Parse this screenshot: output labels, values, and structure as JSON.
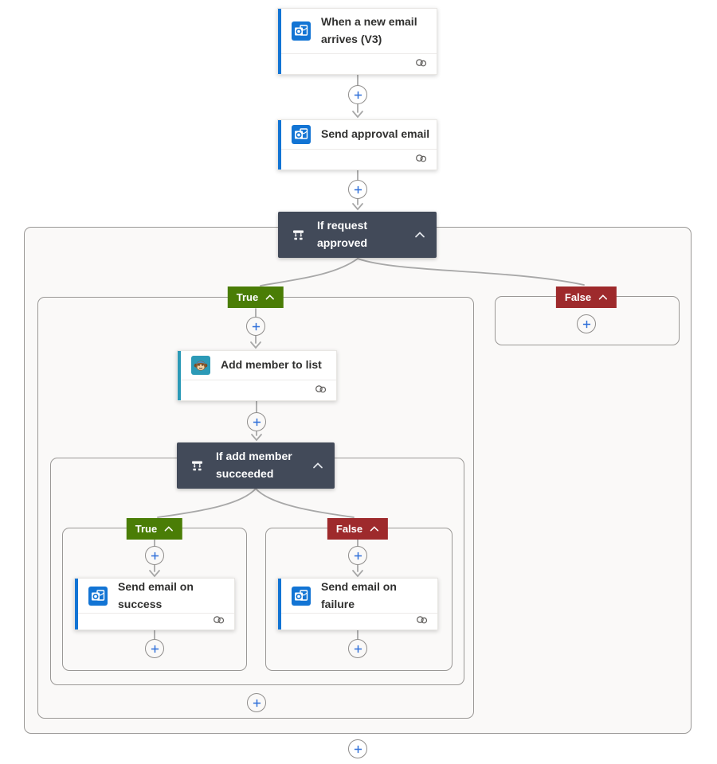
{
  "flow": {
    "trigger": {
      "title": "When a new email arrives (V3)"
    },
    "actions": {
      "send_approval": {
        "title": "Send approval email"
      },
      "condition_request": {
        "title": "If request approved"
      },
      "add_member": {
        "title": "Add member to list"
      },
      "condition_member": {
        "title": "If add member succeeded"
      },
      "email_success": {
        "title": "Send email on success"
      },
      "email_failure": {
        "title": "Send email on failure"
      }
    },
    "branch_labels": {
      "request_true": "True",
      "request_false": "False",
      "member_true": "True",
      "member_false": "False"
    }
  },
  "icons": {
    "trigger": "outlook-icon",
    "send_approval": "outlook-icon",
    "add_member": "mailchimp-icon",
    "email_success": "outlook-icon",
    "email_failure": "outlook-icon",
    "condition": "condition-branch-icon",
    "card_footer": "connection-link-icon",
    "insert_step": "plus-icon",
    "collapse": "chevron-up-icon"
  },
  "colors": {
    "outlook_blue": "#1274d4",
    "mailchimp_teal": "#2c9ab7",
    "condition_dark": "#424a59",
    "true_green": "#4a7d06",
    "false_red": "#9e2a2c",
    "plus_blue": "#2e6fd9",
    "connector_gray": "#a8a8a8",
    "scope_background": "#faf9f8"
  }
}
